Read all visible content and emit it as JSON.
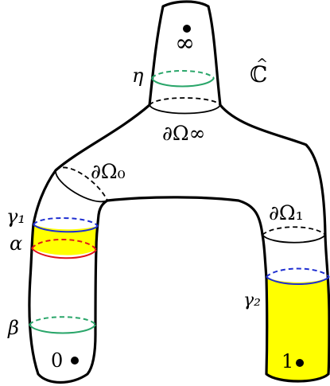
{
  "labels": {
    "infinity": "∞",
    "C_hat": "ℂ",
    "C_hat_accent": "^",
    "eta": "η",
    "dOmega_inf": "∂Ω∞",
    "dOmega_0": "∂Ω₀",
    "dOmega_1": "∂Ω₁",
    "gamma1": "γ₁",
    "gamma2": "γ₂",
    "alpha": "α",
    "beta": "β",
    "zero": "0",
    "one": "1"
  },
  "colors": {
    "outline": "#000000",
    "eta_curve": "#2aa66a",
    "beta_curve": "#2aa66a",
    "gamma_curves": "#1f2fd1",
    "alpha_curve": "#e0121a",
    "fill_yellow": "#ffff00"
  }
}
